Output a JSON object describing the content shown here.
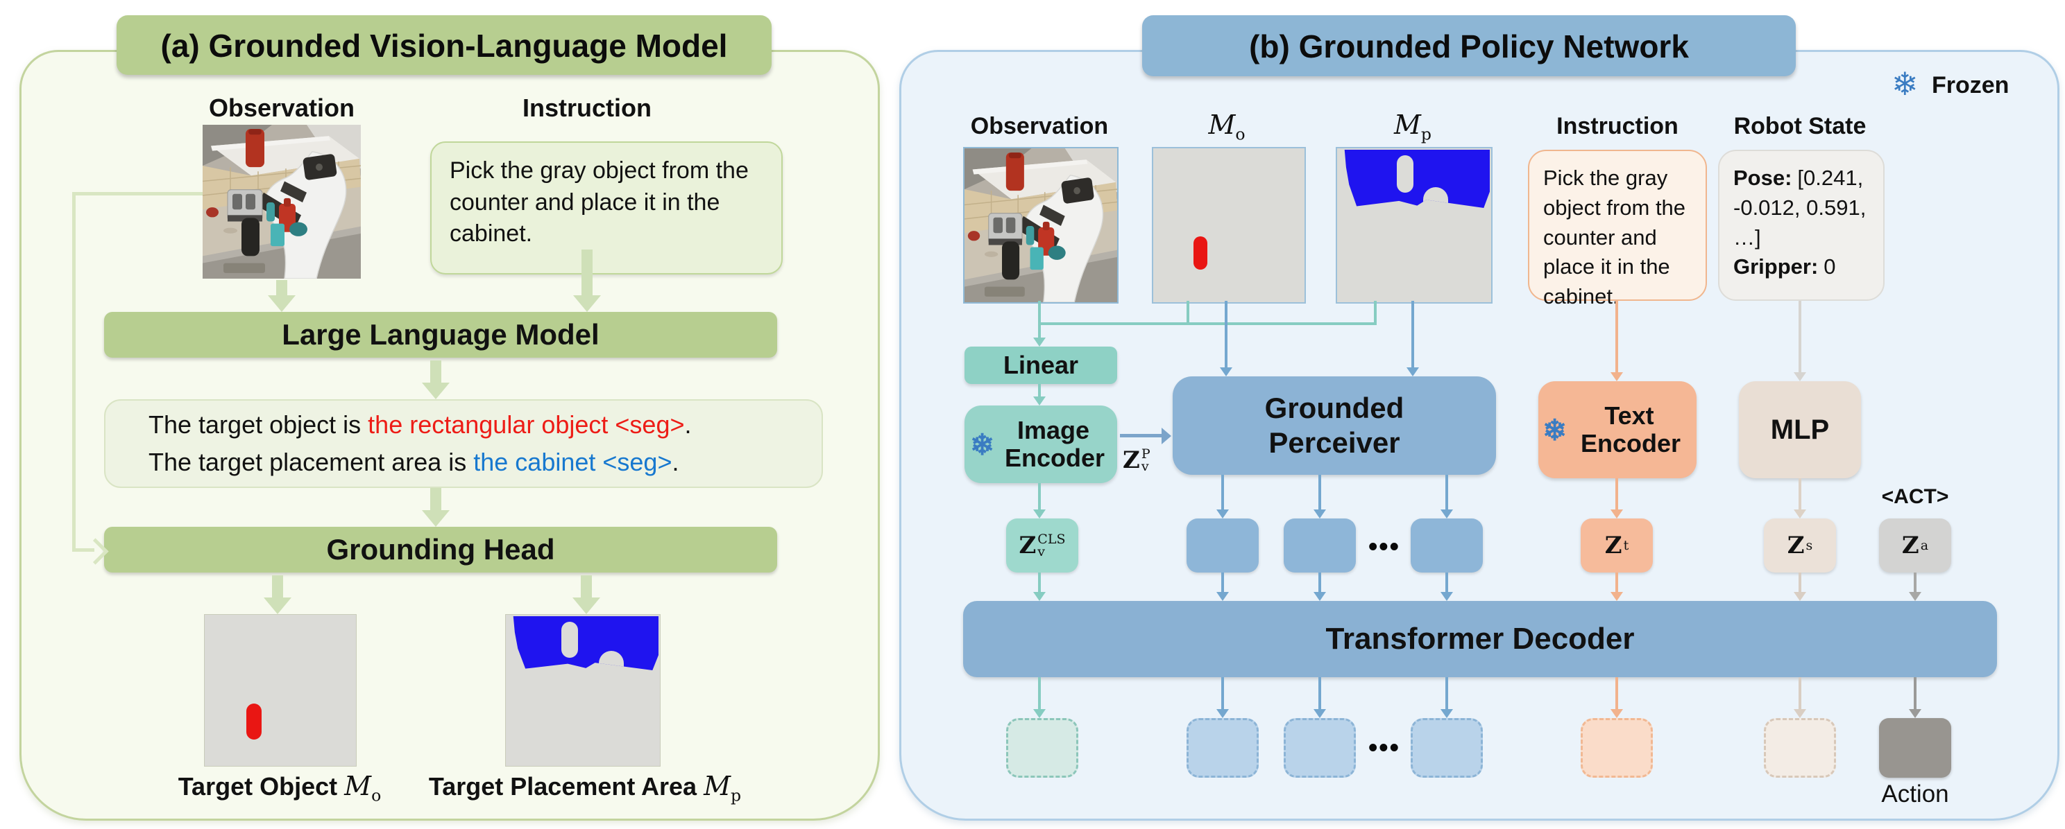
{
  "panel_a": {
    "title": "(a) Grounded Vision-Language Model",
    "observation_label": "Observation",
    "instruction_label": "Instruction",
    "instruction_text": "Pick the gray object from the counter and place it in the cabinet.",
    "llm_label": "Large Language Model",
    "output_line1": {
      "prefix": "The target object is ",
      "highlight": "the rectangular object <seg>",
      "suffix": "."
    },
    "output_line2": {
      "prefix": "The target placement area is ",
      "highlight": "the cabinet <seg>",
      "suffix": "."
    },
    "grounding_head_label": "Grounding Head",
    "target_object_label": "Target Object",
    "target_placement_label": "Target Placement Area",
    "mask_o_math": {
      "base": "M",
      "sub": "o"
    },
    "mask_p_math": {
      "base": "M",
      "sub": "p"
    }
  },
  "panel_b": {
    "title": "(b) Grounded Policy Network",
    "frozen_label": "Frozen",
    "snowflake_icon": "❄",
    "observation_label": "Observation",
    "instruction_label": "Instruction",
    "robot_state_label": "Robot State",
    "mo_math": {
      "base": "M",
      "sub": "o"
    },
    "mp_math": {
      "base": "M",
      "sub": "p"
    },
    "instruction_text": "Pick the gray object from the counter and place it in the cabinet.",
    "robot_state": {
      "pose_label": "Pose:",
      "pose_value": "[0.241, -0.012, 0.591, …]",
      "gripper_label": "Gripper:",
      "gripper_value": "0"
    },
    "linear_label": "Linear",
    "image_encoder_label": "Image Encoder",
    "grounded_perceiver_label": "Grounded Perceiver",
    "text_encoder_label": "Text Encoder",
    "mlp_label": "MLP",
    "transformer_decoder_label": "Transformer Decoder",
    "action_label": "Action",
    "act_token_label": "<ACT>",
    "dots": "•••",
    "tokens": {
      "zv_p": {
        "base": "Z",
        "sub": "v",
        "sup": "P"
      },
      "zv_cls": {
        "base": "Z",
        "sub": "v",
        "sup": "CLS"
      },
      "zt": {
        "base": "Z",
        "sub": "t"
      },
      "zs": {
        "base": "Z",
        "sub": "s"
      },
      "za": {
        "base": "Z",
        "sub": "a"
      }
    }
  },
  "colors": {
    "panel_a_accent": "#b7ce90",
    "panel_b_accent": "#8db6d5",
    "teal": "#86ccc1",
    "blue": "#74a7cf",
    "orange": "#f2b28c",
    "highlight_red": "#ed1c16",
    "highlight_blue": "#1778cf",
    "frozen_blue": "#3a7cc2",
    "mask_blue": "#1f14ef",
    "target_red": "#e91613"
  }
}
